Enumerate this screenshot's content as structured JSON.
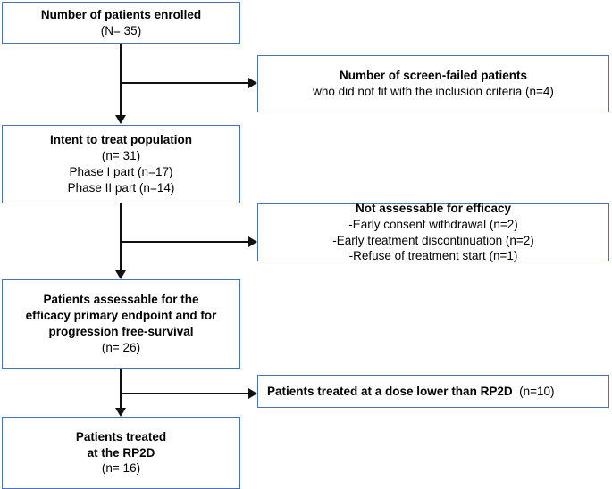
{
  "diagram": {
    "type": "flowchart",
    "title": "CONSORT-style patient enrollment flow diagram",
    "border_color": "#4A74B8",
    "connector_color": "#111111",
    "background": "#FFFFFF",
    "nodes": {
      "enrolled": {
        "title": "Number of patients enrolled",
        "line2": "(N= 35)"
      },
      "screen_failed": {
        "title": "Number of screen-failed patients",
        "line2": "who did not fit with the inclusion criteria (n=4)"
      },
      "itt": {
        "title": "Intent to treat population",
        "line2": "(n= 31)",
        "line3": "Phase I part (n=17)",
        "line4": "Phase II part (n=14)"
      },
      "not_assessable": {
        "title": "Not assessable for efficacy",
        "line2": "-Early consent withdrawal (n=2)",
        "line3": "-Early treatment discontinuation (n=2)",
        "line4": "-Refuse of treatment start  (n=1)"
      },
      "assessable": {
        "title_line1": "Patients assessable for the",
        "title_line2": "efficacy primary endpoint and for",
        "title_line3": "progression free-survival",
        "line4": "(n= 26)"
      },
      "lower_dose": {
        "title": "Patients treated at a dose lower than RP2D",
        "count": "(n=10)"
      },
      "rp2d": {
        "title_line1": "Patients treated",
        "title_line2": "at the RP2D",
        "line3": "(n= 16)"
      }
    },
    "connectors": [
      {
        "name": "enrolled-to-itt",
        "kind": "vertical-arrow"
      },
      {
        "name": "enrolled-to-screen-failed",
        "kind": "horizontal-arrow"
      },
      {
        "name": "itt-to-assessable",
        "kind": "vertical-arrow"
      },
      {
        "name": "itt-to-not-assessable",
        "kind": "horizontal-arrow"
      },
      {
        "name": "assessable-to-rp2d",
        "kind": "vertical-arrow"
      },
      {
        "name": "assessable-to-lower-dose",
        "kind": "horizontal-arrow"
      }
    ]
  }
}
